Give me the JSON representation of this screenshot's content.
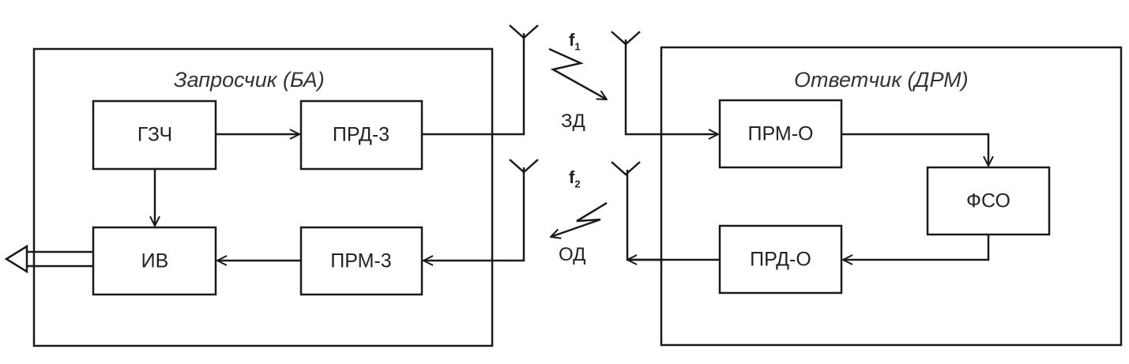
{
  "left_system": {
    "title": "Запросчик (БА)",
    "blocks": {
      "gzch": "ГЗЧ",
      "prd_z": "ПРД-3",
      "iv": "ИВ",
      "prm_z": "ПРМ-3"
    }
  },
  "right_system": {
    "title": "Ответчик (ДРМ)",
    "blocks": {
      "prm_o": "ПРМ-О",
      "fso": "ФСО",
      "prd_o": "ПРД-О"
    }
  },
  "links": {
    "request": {
      "freq_letter": "f",
      "freq_index": "1",
      "label": "ЗД"
    },
    "response": {
      "freq_letter": "f",
      "freq_index": "2",
      "label": "ОД"
    }
  },
  "colors": {
    "line": "#1a1a1a",
    "background": "#ffffff"
  }
}
